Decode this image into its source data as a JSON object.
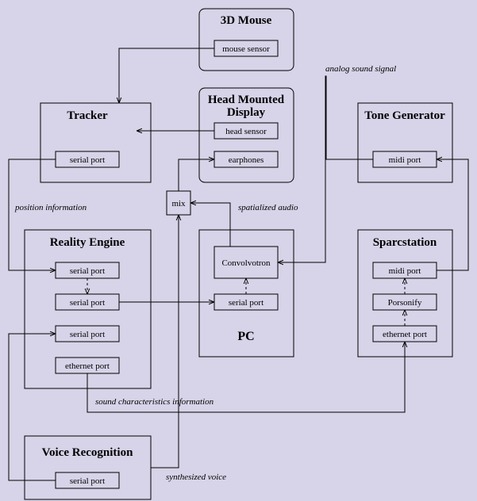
{
  "blocks": {
    "mouse": {
      "title": "3D Mouse",
      "port": "mouse sensor"
    },
    "hmd": {
      "title_line1": "Head Mounted",
      "title_line2": "Display",
      "port1": "head sensor",
      "port2": "earphones"
    },
    "tracker": {
      "title": "Tracker",
      "port": "serial port"
    },
    "tone": {
      "title": "Tone Generator",
      "port": "midi port"
    },
    "mix": {
      "label": "mix"
    },
    "reality": {
      "title": "Reality Engine",
      "port1": "serial port",
      "port2": "serial port",
      "port3": "serial port",
      "port4": "ethernet  port"
    },
    "pc": {
      "title": "PC",
      "inner": "Convolvotron",
      "port": "serial port"
    },
    "spark": {
      "title": "Sparcstation",
      "port1": "midi port",
      "inner": "Porsonify",
      "port2": "ethernet  port"
    },
    "voice": {
      "title": "Voice Recognition",
      "port": "serial port"
    }
  },
  "labels": {
    "analog": "analog sound signal",
    "position": "position information",
    "spatialized": "spatialized audio",
    "sound_chars": "sound characteristics information",
    "synth": "synthesized voice"
  }
}
